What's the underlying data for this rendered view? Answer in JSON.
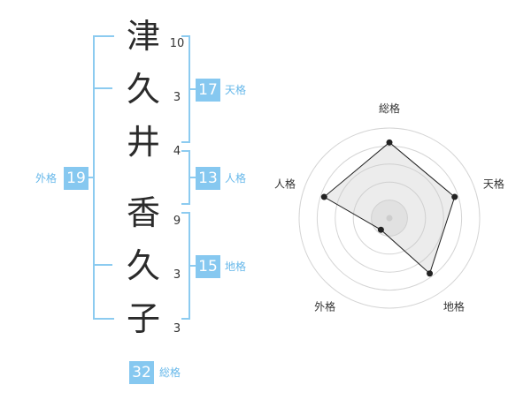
{
  "name": {
    "chars": [
      {
        "kanji": "津",
        "strokes": "10"
      },
      {
        "kanji": "久",
        "strokes": "3"
      },
      {
        "kanji": "井",
        "strokes": "4"
      },
      {
        "kanji": "香",
        "strokes": "9"
      },
      {
        "kanji": "久",
        "strokes": "3"
      },
      {
        "kanji": "子",
        "strokes": "3"
      }
    ]
  },
  "fortunes": {
    "tenkaku": {
      "value": "17",
      "label": "天格"
    },
    "jinkaku": {
      "value": "13",
      "label": "人格"
    },
    "chikaku": {
      "value": "15",
      "label": "地格"
    },
    "gaikaku": {
      "value": "19",
      "label": "外格"
    },
    "soukaku": {
      "value": "32",
      "label": "総格"
    }
  },
  "colors": {
    "bracket": "#8ccbf0",
    "box": "#86c8f0",
    "label": "#67b8ea"
  },
  "chart_data": {
    "type": "radar",
    "axes": [
      "総格",
      "天格",
      "地格",
      "外格",
      "人格"
    ],
    "values": [
      4.2,
      3.8,
      3.8,
      0.8,
      3.8
    ],
    "rmax": 5,
    "rings": 5
  }
}
